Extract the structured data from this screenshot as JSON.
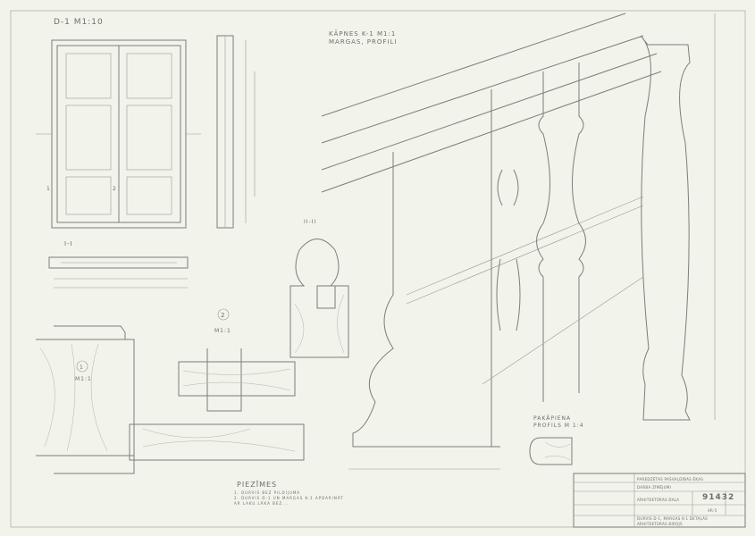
{
  "door": {
    "title": "D-1  M1:10",
    "section_label": "I-I",
    "mark_1": "1",
    "mark_2": "2"
  },
  "railing": {
    "title_line1": "KĀPNES K-1  M1:1",
    "title_line2": "MARGAS, PROFILI",
    "section_label": "II-II"
  },
  "detail_1": {
    "number": "1",
    "scale": "M1:1"
  },
  "detail_2": {
    "number": "2",
    "scale": "M1:1"
  },
  "step_profile": {
    "title_line1": "PAKĀPIENA",
    "title_line2": "PROFILS M 1:4"
  },
  "notes": {
    "title": "PIEZĪMES",
    "lines": [
      "1. DURVIS  BEZ  PILDIJUMA",
      "2. DURVIS  D-1  UN  MARGAS  K-1  APDARINĀT",
      "   AR  LAKU  LĀKA  BEZ..."
    ]
  },
  "title_block": {
    "project": "PAREDZĒTAS  PAŠVALDĪBAS  ĒKAS",
    "stage": "DARBA ZĪMĒJUMI",
    "sheet_title": "ARHITEKTŪRAS  DAĻA",
    "drawing": "DURVIS  D-1,  MARGAS  K-1  DETAĻAS",
    "org": "ARHITEKTŪRAS  BIROJS",
    "number": "91432",
    "sheet": "AR-5"
  }
}
